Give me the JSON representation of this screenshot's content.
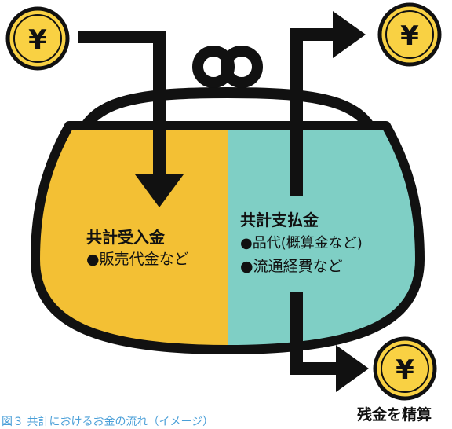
{
  "coin_symbol": "¥",
  "left_section": {
    "title": "共計受入金",
    "item": "●販売代金など",
    "color": "#f3c034"
  },
  "right_section": {
    "title": "共計支払金",
    "item1": "●品代(概算金など)",
    "item2": "●流通経費など",
    "color": "#7fcfc5"
  },
  "settlement_label": "残金を精算",
  "caption": "図３ 共計におけるお金の流れ（イメージ）",
  "coin_colors": {
    "fill": "#f9d143",
    "outline": "#111111",
    "glyph": "#111111"
  }
}
